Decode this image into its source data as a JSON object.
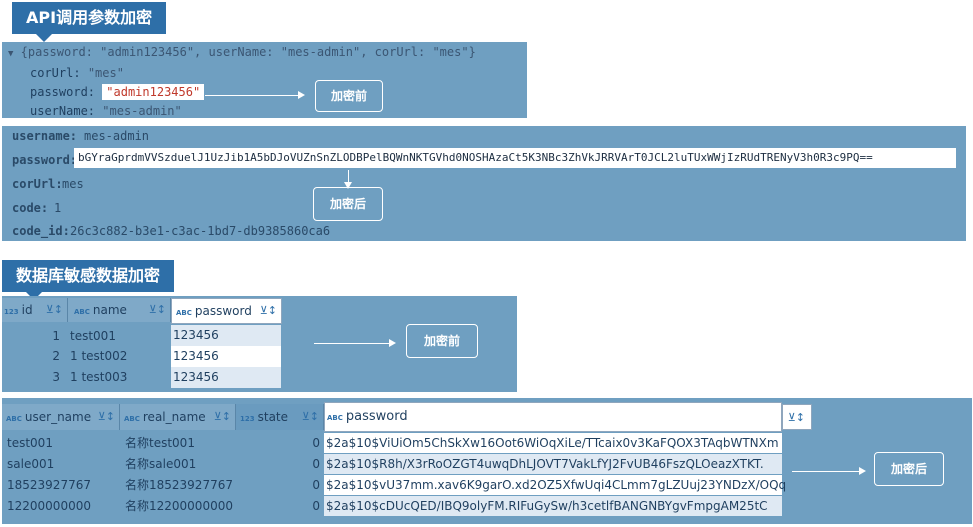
{
  "top": {
    "title": "API调用参数加密",
    "json_header": "{password: \"admin123456\", userName: \"mes-admin\", corUrl: \"mes\"}",
    "lines": [
      {
        "key": "corUrl:",
        "value": "\"mes\""
      },
      {
        "key": "password:",
        "value": "\"admin123456\""
      },
      {
        "key": "userName:",
        "value": "\"mes-admin\""
      }
    ],
    "before_label": "加密前",
    "fields": [
      {
        "key": "username:",
        "value": "mes-admin"
      },
      {
        "key": "password:",
        "value": "bGYraGprdmVVSzduelJ1UzJib1A5bDJoVUZnSnZLODBPelBQWnNKTGVhd0NOSHAzaCt5K3NBc3ZhVkJRRVArT0JCL2luTUxWWjIzRUdTRENyV3h0R3c9PQ=="
      },
      {
        "key": "corUrl:",
        "value": "mes"
      },
      {
        "key": "code:",
        "value": "1"
      },
      {
        "key": "code_id:",
        "value": "26c3c882-b3e1-c3ac-1bd7-db9385860ca6"
      }
    ],
    "after_label": "加密后"
  },
  "bottom": {
    "title": "数据库敏感数据加密",
    "table1": {
      "headers": [
        {
          "type": "123",
          "name": "id"
        },
        {
          "type": "ABC",
          "name": "name"
        },
        {
          "type": "ABC",
          "name": "password"
        }
      ],
      "rows": [
        {
          "idx": "1",
          "name": "test001",
          "password": "123456"
        },
        {
          "idx": "2",
          "name": "1 test002",
          "password": "123456"
        },
        {
          "idx": "3",
          "name": "1 test003",
          "password": "123456"
        }
      ]
    },
    "before_label": "加密前",
    "table2": {
      "headers": [
        {
          "type": "ABC",
          "name": "user_name"
        },
        {
          "type": "ABC",
          "name": "real_name"
        },
        {
          "type": "123",
          "name": "state"
        },
        {
          "type": "ABC",
          "name": "password"
        }
      ],
      "rows": [
        {
          "user_name": "test001",
          "real_name": "名称test001",
          "state": "0",
          "password": "$2a$10$ViUiOm5ChSkXw16Oot6WiOqXiLe/TTcaix0v3KaFQOX3TAqbWTNXm"
        },
        {
          "user_name": "sale001",
          "real_name": "名称sale001",
          "state": "0",
          "password": "$2a$10$R8h/X3rRoOZGT4uwqDhLJOVT7VakLfYJ2FvUB46FszQLOeazXTKT."
        },
        {
          "user_name": "18523927767",
          "real_name": "名称18523927767",
          "state": "0",
          "password": "$2a$10$vU37mm.xav6K9garO.xd2OZ5XfwUqi4CLmm7gLZUuj23YNDzX/OQq"
        },
        {
          "user_name": "12200000000",
          "real_name": "名称12200000000",
          "state": "0",
          "password": "$2a$10$cDUcQED/IBQ9olyFM.RIFuGySw/h3cetlfBANGNBYgvFmpgAM25tC"
        }
      ]
    },
    "after_label": "加密后"
  }
}
